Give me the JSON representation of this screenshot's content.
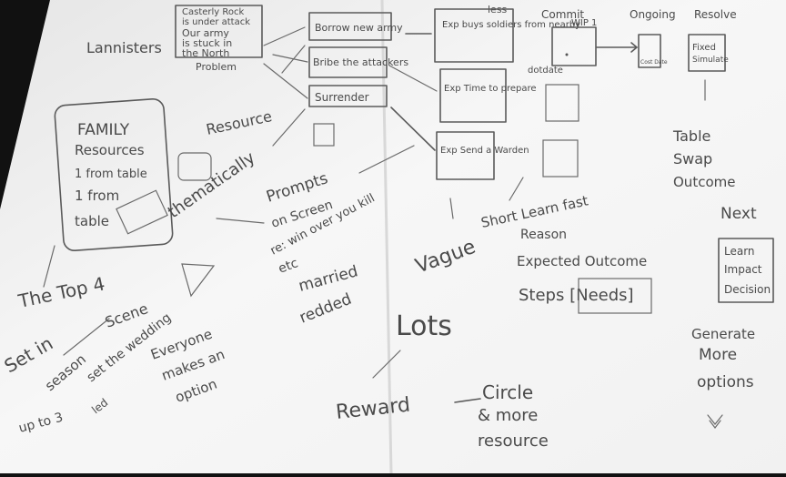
{
  "sketch": {
    "top": {
      "lannisters": "Lannisters",
      "castlerock_note": [
        "Casterly Rock",
        "is under attack",
        "Our army",
        "is stuck in",
        "the North"
      ],
      "problem": "Problem",
      "less": "less",
      "commit": "Commit",
      "wip": "WIP 1",
      "ongoing": "Ongoing",
      "resolve": "Resolve"
    },
    "options": [
      "Borrow new army",
      "Bribe the attackers",
      "Surrender"
    ],
    "outcomes": [
      "Exp buys soldiers from nearby",
      "Exp Time to prepare",
      "Exp Send a Warden"
    ],
    "cards": {
      "dotdate": "dotdate",
      "ongoing_card": "Cost Date",
      "resolve_card": [
        "Fixed",
        "Simulate"
      ]
    },
    "left": {
      "family_box": [
        "FAMILY",
        "Resources",
        "1 from table",
        "1 from",
        "table"
      ],
      "resource": "Resource",
      "thematically": "thematically",
      "the_top": "The Top 4",
      "set_in": "Set in",
      "season": "season",
      "scene": "Scene",
      "set_wedding": "set the wedding",
      "led": "led",
      "everyone_makes": [
        "Everyone",
        "makes an",
        "option"
      ],
      "up_to": "up to 3"
    },
    "middle": {
      "prompts": [
        "Prompts",
        "on Screen",
        "re: win over you kill",
        "etc",
        "married",
        "redded"
      ],
      "vague": "Vague",
      "lots": "Lots",
      "reward": "Reward",
      "circle": [
        "Circle",
        "& more",
        "resource"
      ],
      "short_learn": [
        "Short Learn fast",
        "Reason"
      ],
      "expected": "Expected Outcome",
      "steps": "Steps [Needs]"
    },
    "right": {
      "table_swap": [
        "Table",
        "Swap",
        "Outcome"
      ],
      "next": "Next",
      "learn_box": [
        "Learn",
        "Impact",
        "Decision"
      ],
      "generate": [
        "Generate",
        "More",
        "options"
      ]
    }
  }
}
